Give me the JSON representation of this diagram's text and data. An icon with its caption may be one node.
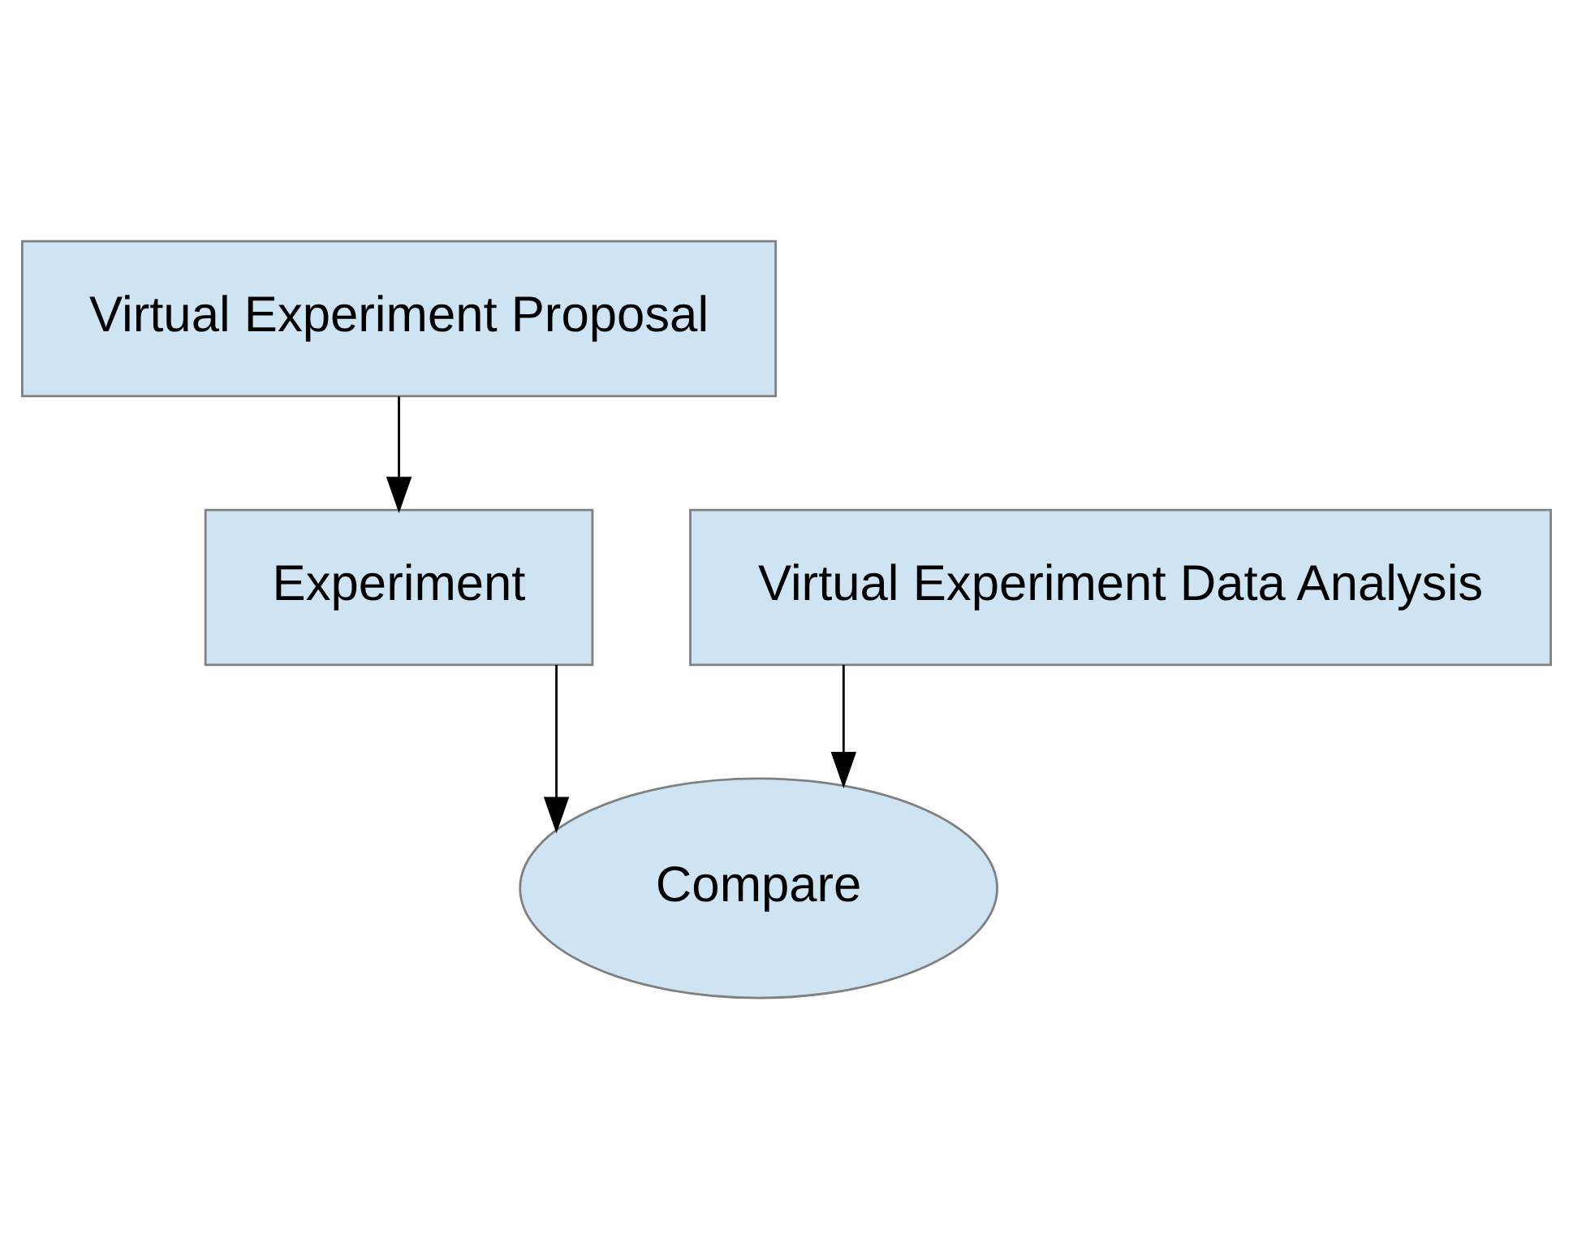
{
  "diagram": {
    "nodes": [
      {
        "text": [
          "Virtual Experiment Proposal"
        ]
      },
      {
        "text": [
          "Experiment"
        ]
      },
      {
        "text": [
          "Compare"
        ]
      },
      {
        "text": [
          "Virtual Experiment Data Analysis"
        ]
      }
    ],
    "edges": [
      {
        "from": 0,
        "to": 1,
        "arrow": "to"
      },
      {
        "from": 1,
        "to": 2,
        "arrow": "to"
      },
      {
        "from": 3,
        "to": 2,
        "arrow": "to"
      }
    ]
  }
}
